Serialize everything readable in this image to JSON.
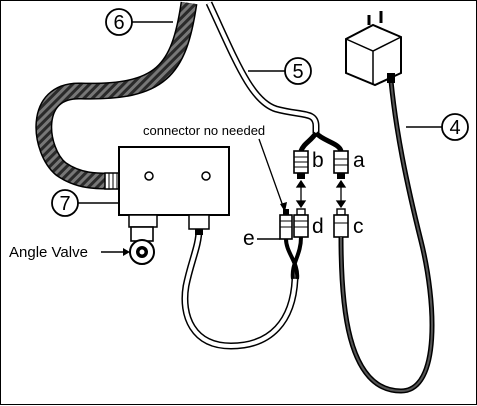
{
  "callouts": {
    "c4": "4",
    "c5": "5",
    "c6": "6",
    "c7": "7"
  },
  "connectors": {
    "a": "a",
    "b": "b",
    "c": "c",
    "d": "d",
    "e": "e"
  },
  "notes": {
    "connector_note": "connector no needed",
    "angle_valve": "Angle Valve"
  },
  "colors": {
    "line": "#000000",
    "background": "#ffffff",
    "braid": "#555555"
  }
}
